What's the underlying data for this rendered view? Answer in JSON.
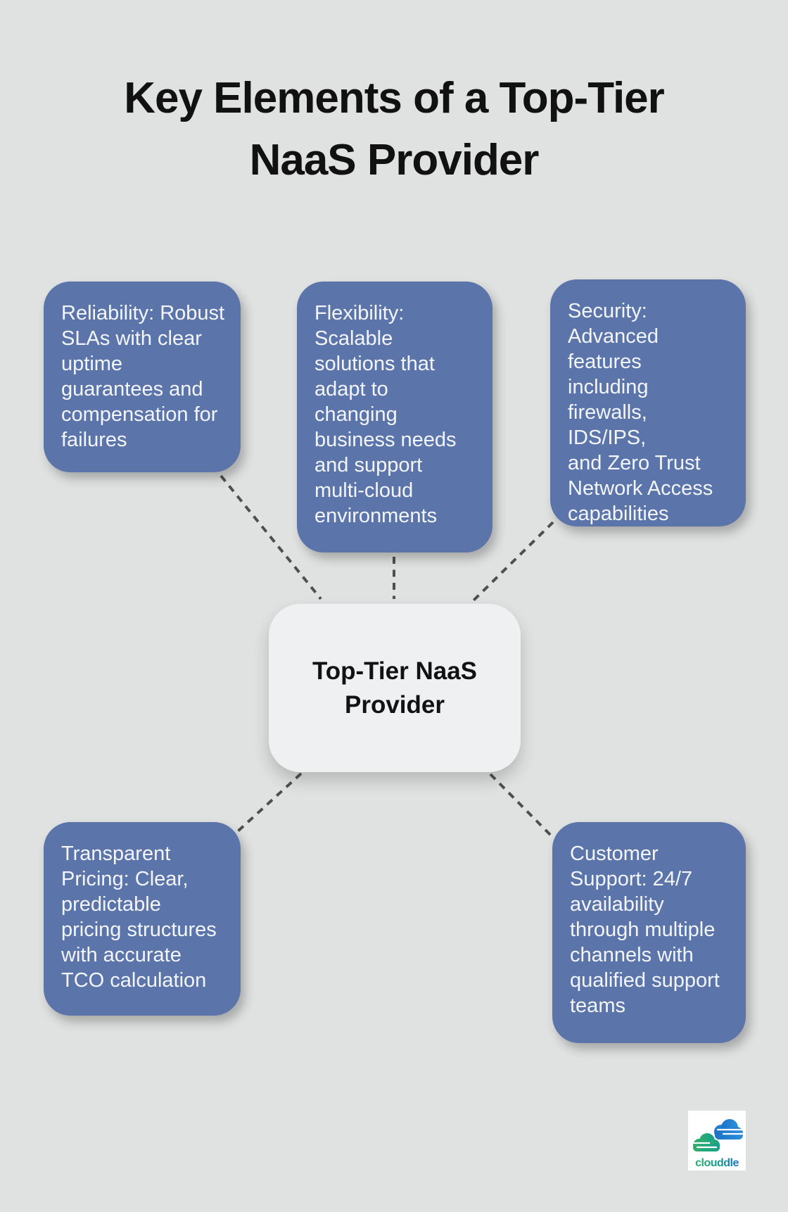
{
  "page": {
    "background_color": "#e0e1e1"
  },
  "title": {
    "text": "Key Elements of a Top-Tier\nNaaS Provider",
    "color": "#111111"
  },
  "diagram": {
    "center_node": {
      "label": "Top-Tier NaaS\nProvider",
      "fill": "#eff0f2",
      "text_color": "#101214"
    },
    "nodes": [
      {
        "id": "reliability",
        "text": "Reliability: Robust\nSLAs with clear\nuptime\nguarantees and\ncompensation for\nfailures"
      },
      {
        "id": "flexibility",
        "text": "Flexibility:\nScalable\nsolutions that\nadapt to\nchanging\nbusiness needs\nand support\nmulti-cloud\nenvironments"
      },
      {
        "id": "security",
        "text": "Security:\nAdvanced\nfeatures\nincluding\nfirewalls, IDS/IPS,\nand Zero Trust\nNetwork Access\ncapabilities"
      },
      {
        "id": "transparent-pricing",
        "text": "Transparent\nPricing: Clear,\npredictable\npricing structures\nwith accurate\nTCO calculation"
      },
      {
        "id": "customer-support",
        "text": "Customer\nSupport: 24/7\navailability\nthrough multiple\nchannels with\nqualified support\nteams"
      }
    ],
    "node_fill": "#5b75ab",
    "node_text_color": "#f3f5f9",
    "connector_color": "#4f4f4f"
  },
  "logo": {
    "brand": "clouddle",
    "green": "#2fae6a",
    "teal": "#16a08c",
    "blue": "#1d72c4",
    "light_blue": "#2b8fdd"
  }
}
